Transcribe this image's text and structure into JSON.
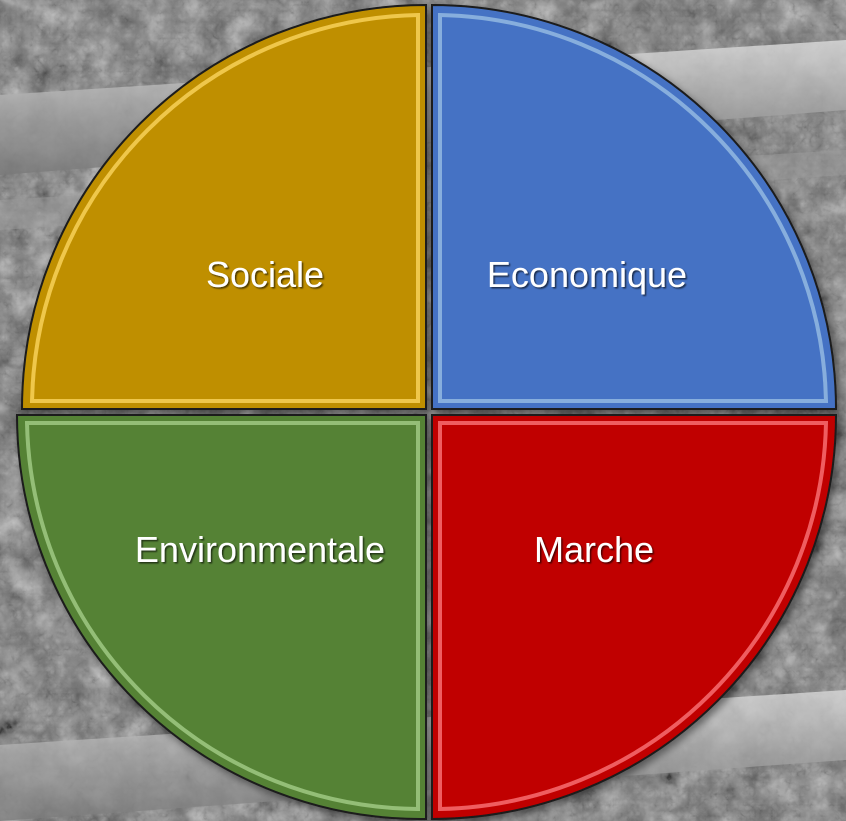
{
  "diagram": {
    "quadrants": [
      {
        "id": "sociale",
        "label": "Sociale",
        "color": "#bf8f00"
      },
      {
        "id": "economique",
        "label": "Economique",
        "color": "#4472c4"
      },
      {
        "id": "environmentale",
        "label": "Environmentale",
        "color": "#548235"
      },
      {
        "id": "marche",
        "label": "Marche",
        "color": "#c00000"
      }
    ]
  },
  "background": {
    "description_tone": "grayscale-photo"
  }
}
